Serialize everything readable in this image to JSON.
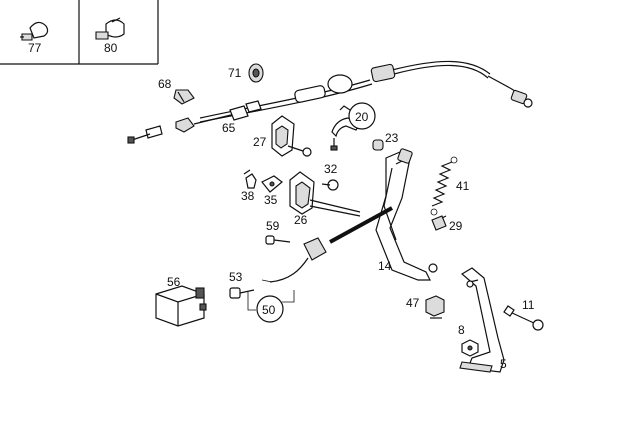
{
  "diagram": {
    "inset_parts": [
      "77",
      "80"
    ],
    "callouts": {
      "p5": "5",
      "p8": "8",
      "p11": "11",
      "p14": "14",
      "p20": "20",
      "p23": "23",
      "p26": "26",
      "p27": "27",
      "p29": "29",
      "p32": "32",
      "p35": "35",
      "p38": "38",
      "p41": "41",
      "p47": "47",
      "p50": "50",
      "p53": "53",
      "p56": "56",
      "p59": "59",
      "p65": "65",
      "p68": "68",
      "p71": "71",
      "p77": "77",
      "p80": "80"
    }
  }
}
